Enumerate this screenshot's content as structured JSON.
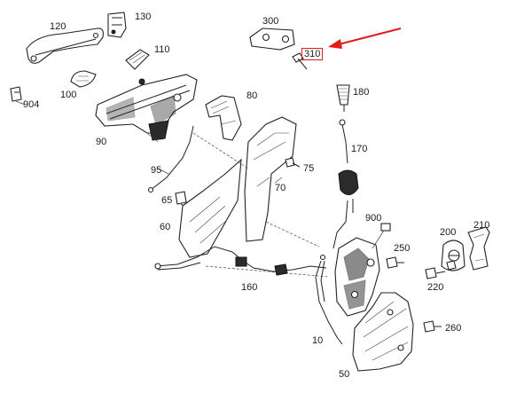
{
  "diagram": {
    "accent_color": "#e21b1b",
    "labels": {
      "p120": "120",
      "p130": "130",
      "p110": "110",
      "p100": "100",
      "p904": "904",
      "p300": "300",
      "p310": "310",
      "p180": "180",
      "p80": "80",
      "p90": "90",
      "p170": "170",
      "p75": "75",
      "p95": "95",
      "p70": "70",
      "p65": "65",
      "p60": "60",
      "p900": "900",
      "p250": "250",
      "p200": "200",
      "p210": "210",
      "p220": "220",
      "p160": "160",
      "p260": "260",
      "p10": "10",
      "p50": "50"
    }
  }
}
